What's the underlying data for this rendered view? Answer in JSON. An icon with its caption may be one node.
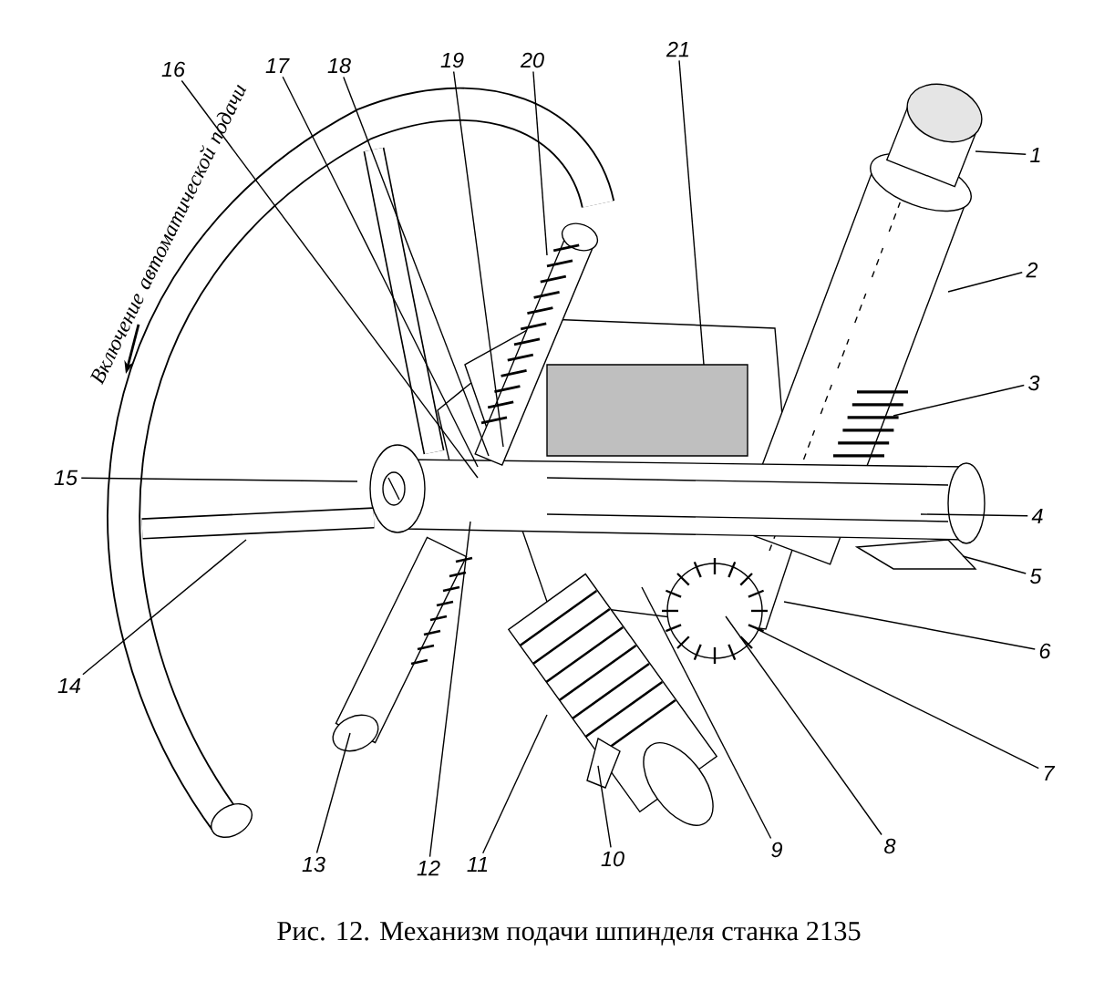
{
  "diagram": {
    "caption": "Рис. 12. Механизм подачи шпинделя станка 2135",
    "nodes": [
      {
        "text": [
          "1"
        ]
      },
      {
        "text": [
          "2"
        ]
      },
      {
        "text": [
          "3"
        ]
      },
      {
        "text": [
          "4"
        ]
      },
      {
        "text": [
          "5"
        ]
      },
      {
        "text": [
          "6"
        ]
      },
      {
        "text": [
          "7"
        ]
      },
      {
        "text": [
          "8"
        ]
      },
      {
        "text": [
          "9"
        ]
      },
      {
        "text": [
          "10"
        ]
      },
      {
        "text": [
          "11"
        ]
      },
      {
        "text": [
          "12"
        ]
      },
      {
        "text": [
          "13"
        ]
      },
      {
        "text": [
          "14"
        ]
      },
      {
        "text": [
          "15"
        ]
      },
      {
        "text": [
          "16"
        ]
      },
      {
        "text": [
          "17"
        ]
      },
      {
        "text": [
          "18"
        ]
      },
      {
        "text": [
          "19"
        ]
      },
      {
        "text": [
          "20"
        ]
      },
      {
        "text": [
          "21"
        ]
      }
    ],
    "edges": [
      {
        "from": 0,
        "to": null,
        "arrow": "none"
      },
      {
        "from": 1,
        "to": null,
        "arrow": "none"
      },
      {
        "from": 2,
        "to": null,
        "arrow": "none"
      },
      {
        "from": 3,
        "to": null,
        "arrow": "none"
      },
      {
        "from": 4,
        "to": null,
        "arrow": "none"
      },
      {
        "from": 5,
        "to": null,
        "arrow": "none"
      },
      {
        "from": 6,
        "to": null,
        "arrow": "none"
      },
      {
        "from": 7,
        "to": null,
        "arrow": "none"
      },
      {
        "from": 8,
        "to": null,
        "arrow": "none"
      },
      {
        "from": 9,
        "to": null,
        "arrow": "none"
      },
      {
        "from": 10,
        "to": null,
        "arrow": "none"
      },
      {
        "from": 11,
        "to": null,
        "arrow": "none"
      },
      {
        "from": 12,
        "to": null,
        "arrow": "none"
      },
      {
        "from": 13,
        "to": null,
        "arrow": "none"
      },
      {
        "from": 14,
        "to": null,
        "arrow": "none"
      },
      {
        "from": 15,
        "to": null,
        "arrow": "none"
      },
      {
        "from": 16,
        "to": null,
        "arrow": "none"
      },
      {
        "from": 17,
        "to": null,
        "arrow": "none"
      },
      {
        "from": 18,
        "to": null,
        "arrow": "none"
      },
      {
        "from": 19,
        "to": null,
        "arrow": "none"
      },
      {
        "from": 20,
        "to": null,
        "arrow": "none"
      }
    ],
    "labels": [
      "Включение автоматической подачи"
    ]
  }
}
